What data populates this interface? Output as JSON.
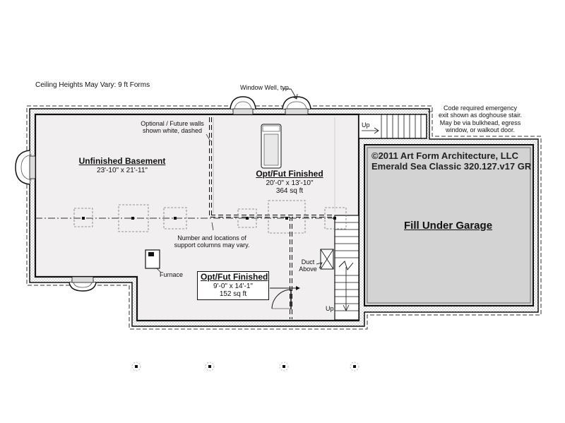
{
  "ceiling_note": "Ceiling Heights May Vary: 9 ft Forms",
  "window_well_note": "Window Well, typ.",
  "emergency_note": [
    "Code required emergency",
    "exit shown as doghouse stair.",
    "May be via bulkhead, egress",
    "window, or walkout door."
  ],
  "optional_walls_note": [
    "Optional / Future walls",
    "shown white, dashed"
  ],
  "columns_note": [
    "Number and locations of",
    "support columns may vary."
  ],
  "copyright": [
    "©2011 Art Form Architecture, LLC",
    "Emerald Sea Classic 320.127.v17 GR"
  ],
  "rooms": {
    "unfinished": {
      "title": "Unfinished Basement",
      "dims": "23'-10\" x 21'-11\""
    },
    "opt_fut_1": {
      "title": "Opt/Fut Finished",
      "dims": "20'-0\" x 13'-10\"",
      "area": "364 sq ft"
    },
    "opt_fut_2": {
      "title": "Opt/Fut Finished",
      "dims": "9'-0\" x 14'-1\"",
      "area": "152 sq ft"
    },
    "garage": {
      "title": "Fill Under Garage"
    }
  },
  "labels": {
    "furnace": "Furnace",
    "duct_above": [
      "Duct",
      "Above"
    ],
    "stair_up_top": "Up",
    "stair_up_bottom": "Up"
  },
  "colors": {
    "floor": "#f1efef",
    "garage_fill": "#d3d3d3",
    "wall": "#111111"
  }
}
